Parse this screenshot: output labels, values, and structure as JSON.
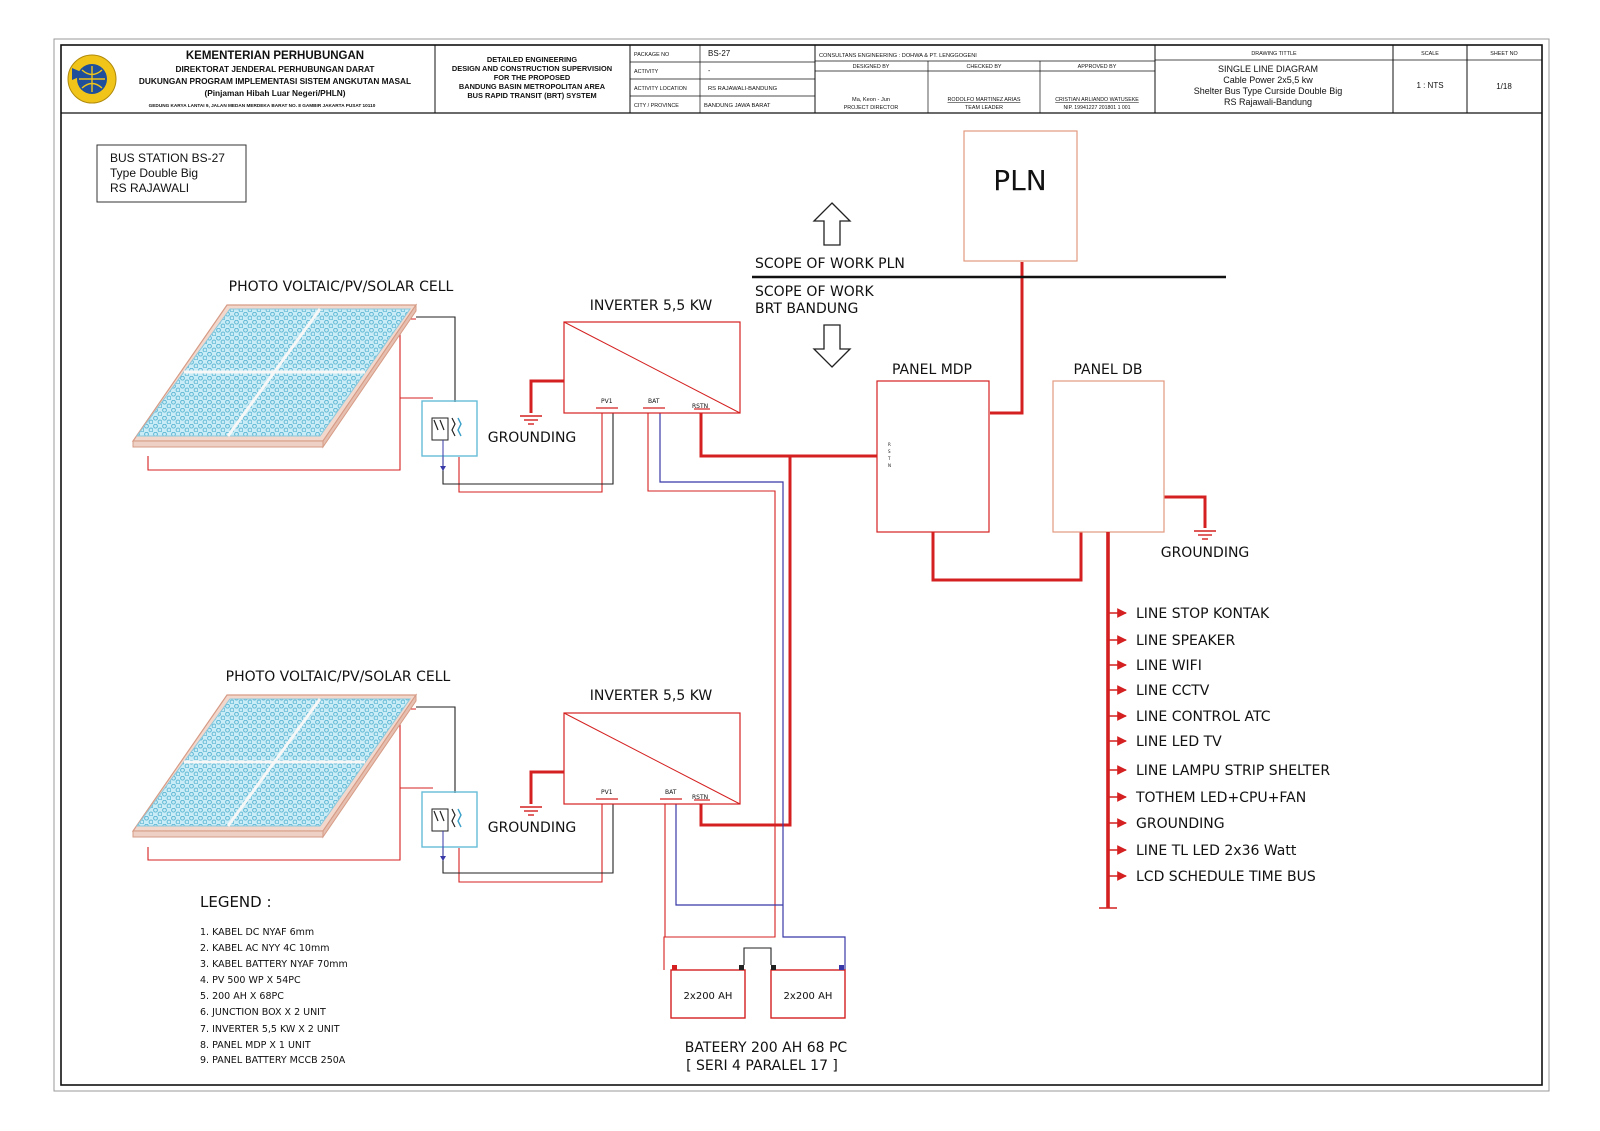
{
  "title_block": {
    "org_title": "KEMENTERIAN PERHUBUNGAN",
    "org_line1": "DIREKTORAT JENDERAL PERHUBUNGAN DARAT",
    "org_line2": "DUKUNGAN PROGRAM IMPLEMENTASI SISTEM ANGKUTAN MASAL",
    "org_line3": "(Pinjaman Hibah Luar Negeri/PHLN)",
    "org_address": "GEDUNG KARYA LANTAI 9, JALAN MEDAN MERDEKA BARAT NO. 8 GAMBIR JAKARTA PUSAT 10110",
    "project_lines": [
      "DETAILED ENGINEERING",
      "DESIGN AND CONSTRUCTION SUPERVISION",
      "FOR THE PROPOSED",
      "BANDUNG BASIN METROPOLITAN AREA",
      "BUS RAPID TRANSIT (BRT) SYSTEM"
    ],
    "meta_rows": [
      {
        "label": "PACKAGE NO",
        "value": "BS-27"
      },
      {
        "label": "ACTIVITY",
        "value": "-"
      },
      {
        "label": "ACTIVITY LOCATION",
        "value": "RS RAJAWALI-BANDUNG"
      },
      {
        "label": "CITY / PROVINCE",
        "value": "BANDUNG JAWA BARAT"
      }
    ],
    "consultant": "CONSULTANS ENGINEERING : DOHWA & PT. LENGGOGENI",
    "designed_by_label": "DESIGNED BY",
    "designed_by_name": "Ma, Keon - Jun",
    "designed_by_role": "PROJECT DIRECTOR",
    "checked_by_label": "CHECKED BY",
    "checked_by_name": "RODOLFO MARTINEZ ARIAS",
    "checked_by_role": "TEAM LEADER",
    "approved_by_label": "APPROVED BY",
    "approved_by_name": "CRISTIAN ARLIANDO WATUSEKE",
    "approved_by_role": "NIP. 19941227 201801 1 001",
    "drawing_title_label": "DRAWING TITTLE",
    "drawing_title_lines": [
      "SINGLE LINE DIAGRAM",
      "Cable Power 2x5,5 kw",
      "Shelter Bus Type Curside Double Big",
      "RS Rajawali-Bandung"
    ],
    "scale_label": "SCALE",
    "scale_value": "1 : NTS",
    "sheet_label": "SHEET NO",
    "sheet_value": "1/18"
  },
  "diagram": {
    "station_box": [
      "BUS STATION BS-27",
      "Type  Double Big",
      "RS RAJAWALI"
    ],
    "pv_label": "PHOTO  VOLTAIC/PV/SOLAR  CELL",
    "inverter_label": "INVERTER  5,5  KW",
    "grounding_label": "GROUNDING",
    "terminal_pv": "PV1",
    "terminal_bat": "BAT",
    "terminal_rstn": "RSTN",
    "pln_label": "PLN",
    "scope_pln": "SCOPE  OF  WORK  PLN",
    "scope_brt_1": "SCOPE  OF  WORK",
    "scope_brt_2": "BRT  BANDUNG",
    "panel_mdp": "PANEL  MDP",
    "panel_db": "PANEL  DB",
    "battery_unit": "2x200  AH",
    "battery_caption_1": "BATEERY  200  AH  68  PC",
    "battery_caption_2": "[  SERI  4  PARALEL  17  ]",
    "distribution_lines": [
      "LINE  STOP  KONTAK",
      "LINE  SPEAKER",
      "LINE  WIFI",
      "LINE  CCTV",
      "LINE  CONTROL  ATC",
      "LINE  LED  TV",
      "LINE  LAMPU  STRIP  SHELTER",
      "TOTHEM  LED+CPU+FAN",
      "GROUNDING",
      "LINE  TL  LED  2x36  Watt",
      "LCD  SCHEDULE  TIME  BUS"
    ],
    "legend_title": "LEGEND  :",
    "legend_items": [
      "1.  KABEL  DC  NYAF  6mm",
      "2.  KABEL  AC  NYY  4C  10mm",
      "3.  KABEL  BATTERY  NYAF  70mm",
      "4.  PV  500  WP  X  54PC",
      "5.  200  AH  X  68PC",
      "6.  JUNCTION  BOX  X  2  UNIT",
      "7.  INVERTER  5,5  KW  X  2  UNIT",
      "8.  PANEL  MDP  X  1  UNIT",
      "9.  PANEL  BATTERY  MCCB  250A"
    ]
  },
  "colors": {
    "power_line": "#d42020",
    "dc_line": "#222222",
    "battery_line": "#3838a8",
    "equipment_outline": "#e29a80",
    "pv_fill": "#bfe6f2",
    "pv_cell": "#5fb8d4"
  }
}
